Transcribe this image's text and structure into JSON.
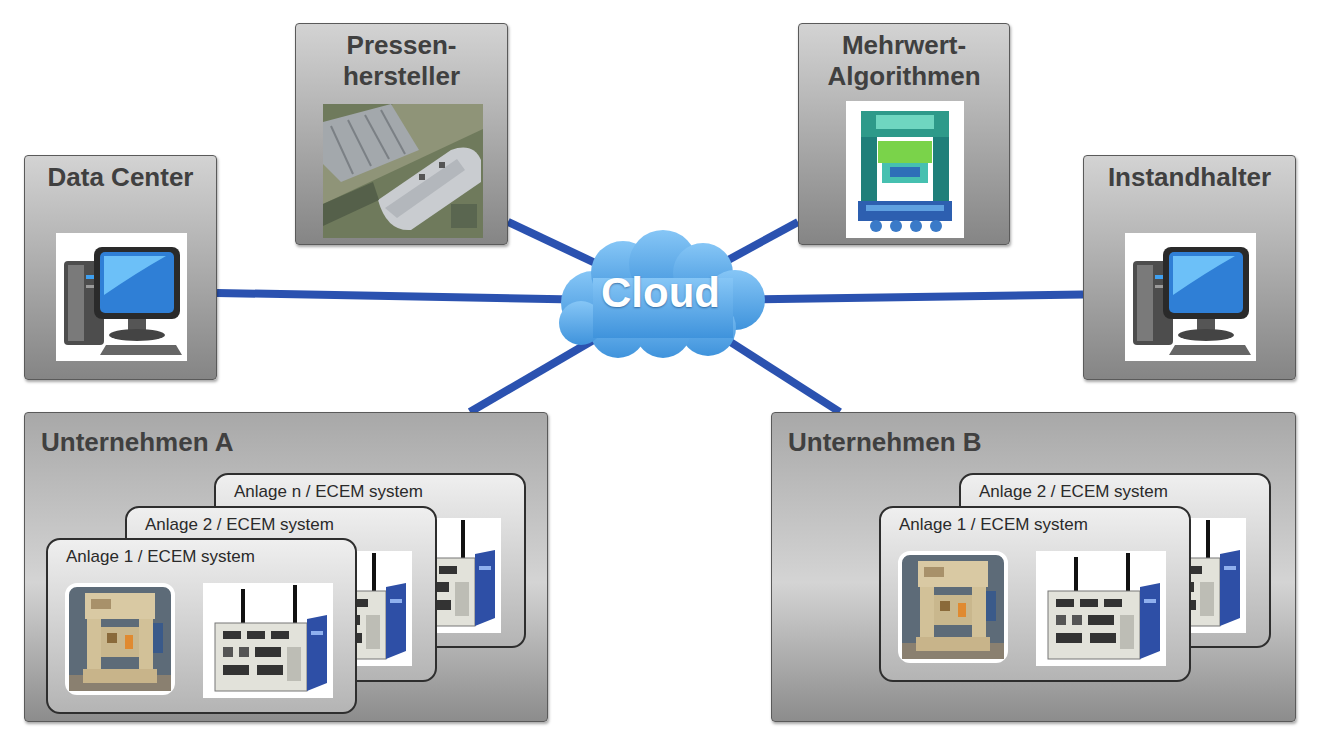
{
  "diagram": {
    "nodes": [
      {
        "text": [
          "Pressen- hersteller"
        ]
      },
      {
        "text": [
          "Mehrwert- Algorithmen"
        ]
      },
      {
        "text": [
          "Data Center"
        ]
      },
      {
        "text": [
          "Cloud"
        ]
      },
      {
        "text": [
          "Instandhalter"
        ]
      },
      {
        "text": [
          "Unternehmen A"
        ]
      },
      {
        "text": [
          "Anlage n / ECEM system"
        ],
        "in": 5
      },
      {
        "text": [
          "Anlage 2 / ECEM system"
        ],
        "in": 5
      },
      {
        "text": [
          "Anlage 1 / ECEM system"
        ],
        "in": 5
      },
      {
        "text": [
          "Unternehmen B"
        ]
      },
      {
        "text": [
          "Anlage 2 / ECEM system"
        ],
        "in": 9
      },
      {
        "text": [
          "Anlage 1 / ECEM system"
        ],
        "in": 9
      }
    ],
    "edges": [
      {
        "from": 3,
        "to": 0,
        "arrow": "none"
      },
      {
        "from": 3,
        "to": 1,
        "arrow": "none"
      },
      {
        "from": 3,
        "to": 2,
        "arrow": "none"
      },
      {
        "from": 3,
        "to": 4,
        "arrow": "none"
      },
      {
        "from": 3,
        "to": 5,
        "arrow": "none"
      },
      {
        "from": 3,
        "to": 9,
        "arrow": "none"
      }
    ]
  }
}
